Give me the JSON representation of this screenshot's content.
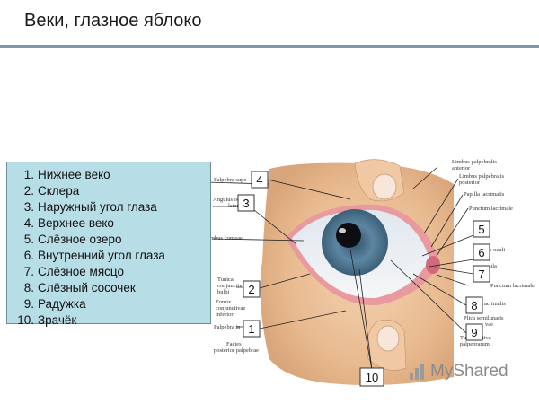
{
  "title": "Веки, глазное яблоко",
  "legend": [
    {
      "num": "1.",
      "label": "Нижнее веко"
    },
    {
      "num": "2.",
      "label": "Склера"
    },
    {
      "num": "3.",
      "label": "Наружный угол глаза"
    },
    {
      "num": "4.",
      "label": "Верхнее веко"
    },
    {
      "num": "5.",
      "label": "Слёзное озеро"
    },
    {
      "num": "6.",
      "label": "Внутренний угол глаза"
    },
    {
      "num": "7.",
      "label": "Слёзное мясцо"
    },
    {
      "num": "8.",
      "label": "Слёзный сосочек"
    },
    {
      "num": "9.",
      "label": "Радужка"
    },
    {
      "num": "10.",
      "label": "Зрачёк"
    }
  ],
  "callouts": [
    "4",
    "3",
    "2",
    "1",
    "10",
    "5",
    "6",
    "7",
    "8",
    "9"
  ],
  "latin_labels": {
    "palpebra_superior": "Palpebra supe",
    "angulus_oculi_lateralis_1": "Angulus oc",
    "angulus_oculi_lateralis_2": "later",
    "limbus_corneae": "mbus corneae",
    "tunica_conj_bulbi_1": "Tunica",
    "tunica_conj_bulbi_2": "conjunctiv",
    "tunica_conj_bulbi_3": "bulbi",
    "fornix_1": "Fornix",
    "fornix_2": "conjunctivae",
    "fornix_3": "inferior",
    "palpebra_inferior": "Palpebra in",
    "facies_1": "Facies",
    "facies_2": "posterior palpebrae",
    "limbus_ant_1": "Limbus palpebralis",
    "limbus_ant_2": "anterior",
    "limbus_post_1": "Limbus palpebralis",
    "limbus_post_2": "posterior",
    "papilla": "Papilla lacrimalis",
    "punctum_1": "Punctum lacrimale",
    "angulus_oculi_med": "s oculi",
    "caruncula": "ula",
    "punctum_2": "Punctum lacrimale",
    "lacrimalis": "acrimalis",
    "plica_1": "Plica semilunaris",
    "plica_2": "vae",
    "tunica_conj": "Tuni    iunctiva",
    "palpebrarum": "palpebrarum"
  },
  "watermark": "MyShared"
}
